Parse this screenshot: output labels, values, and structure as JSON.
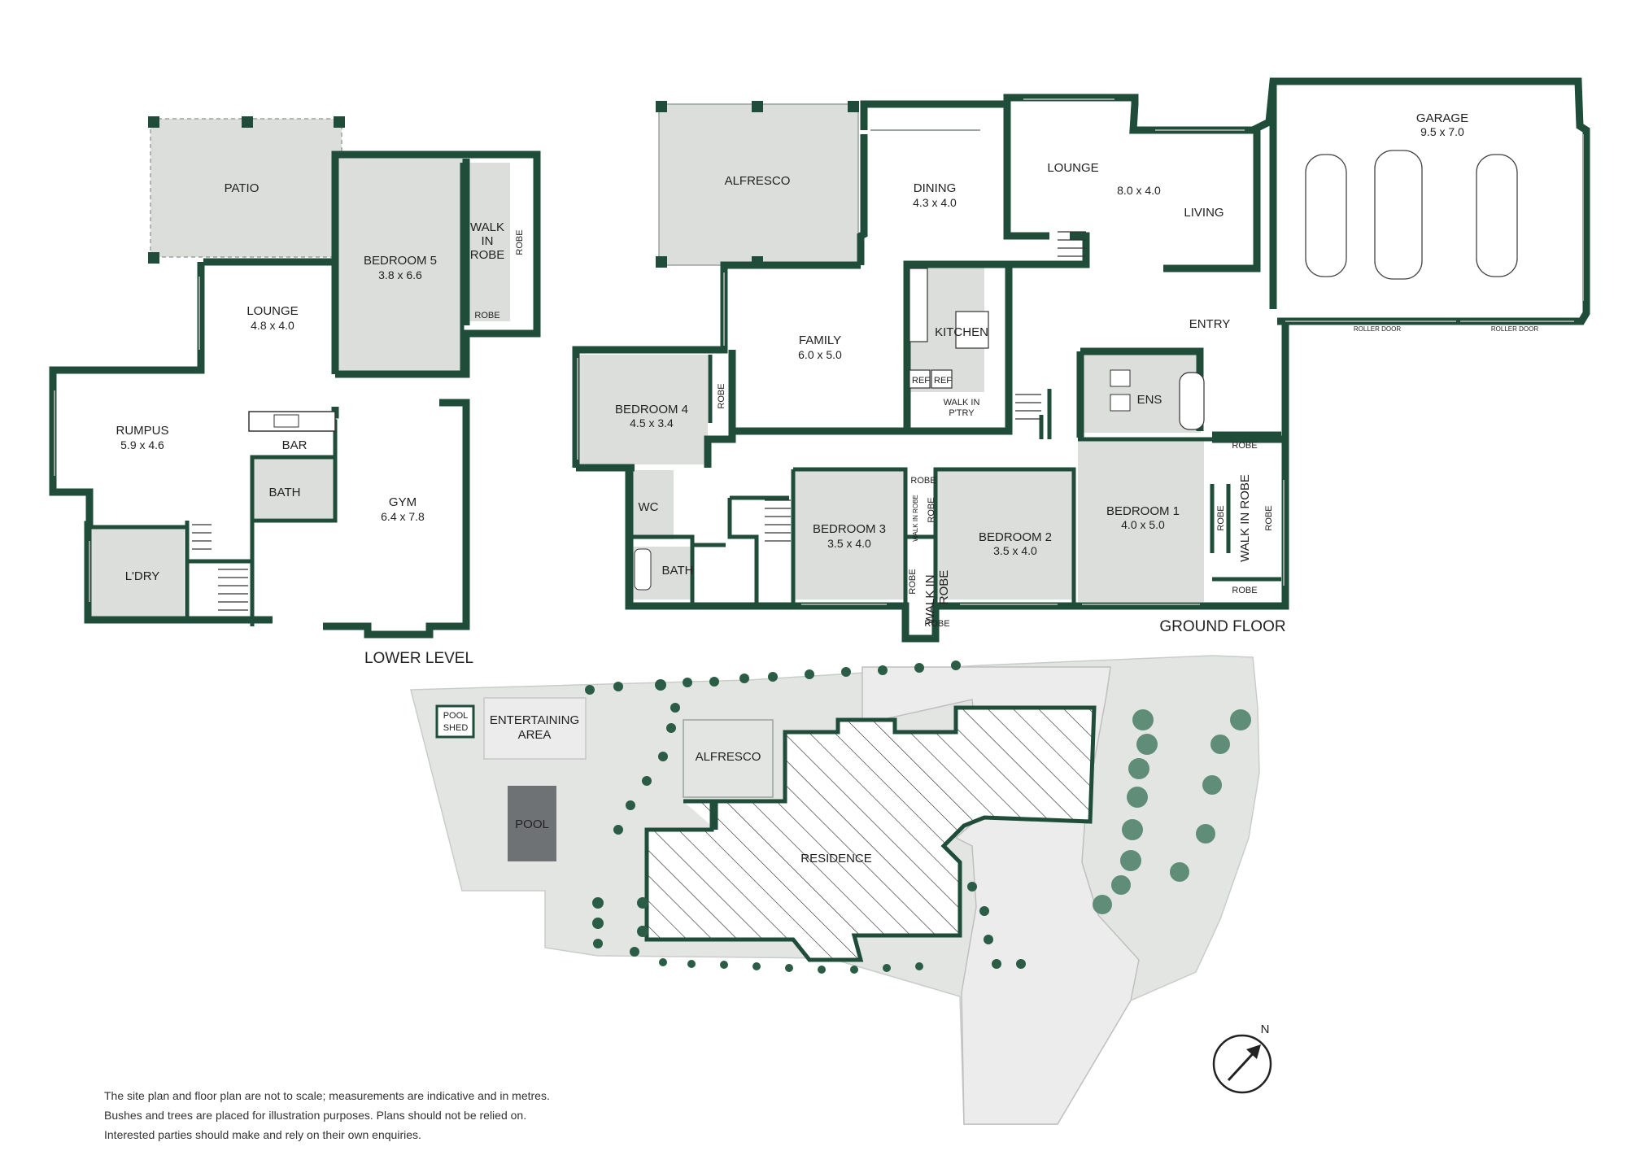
{
  "lower_level": {
    "title": "LOWER LEVEL",
    "patio": "PATIO",
    "bedroom5": {
      "name": "BEDROOM 5",
      "dim": "3.8 x 6.6"
    },
    "walk_in_robe": [
      "WALK",
      "IN",
      "ROBE"
    ],
    "robe": "ROBE",
    "lounge": {
      "name": "LOUNGE",
      "dim": "4.8 x 4.0"
    },
    "rumpus": {
      "name": "RUMPUS",
      "dim": "5.9 x 4.6"
    },
    "bar": "BAR",
    "bath": "BATH",
    "gym": {
      "name": "GYM",
      "dim": "6.4 x 7.8"
    },
    "laundry": "L'DRY"
  },
  "ground_floor": {
    "title": "GROUND FLOOR",
    "alfresco": "ALFRESCO",
    "dining": {
      "name": "DINING",
      "dim": "4.3 x 4.0"
    },
    "lounge": "LOUNGE",
    "living_dim": "8.0 x 4.0",
    "living": "LIVING",
    "garage": {
      "name": "GARAGE",
      "dim": "9.5 x 7.0"
    },
    "roller_door": "ROLLER DOOR",
    "family": {
      "name": "FAMILY",
      "dim": "6.0 x 5.0"
    },
    "kitchen": "KITCHEN",
    "ref": "REF",
    "walk_in_pantry": [
      "WALK IN",
      "P'TRY"
    ],
    "entry": "ENTRY",
    "ens": "ENS",
    "bedroom4": {
      "name": "BEDROOM 4",
      "dim": "4.5 x 3.4"
    },
    "robe": "ROBE",
    "wc": "WC",
    "bath": "BATH",
    "bedroom3": {
      "name": "BEDROOM 3",
      "dim": "3.5 x 4.0"
    },
    "bedroom2": {
      "name": "BEDROOM 2",
      "dim": "3.5 x 4.0"
    },
    "bedroom1": {
      "name": "BEDROOM 1",
      "dim": "4.0 x 5.0"
    },
    "walk_in_robe": "WALK IN ROBE",
    "walk_in_robe_small": "WALK IN ROBE",
    "walk_in_robe_split": [
      "WALK IN",
      "ROBE"
    ]
  },
  "site_plan": {
    "pool_shed": [
      "POOL",
      "SHED"
    ],
    "entertaining_area": [
      "ENTERTAINING",
      "AREA"
    ],
    "pool": "POOL",
    "alfresco": "ALFRESCO",
    "residence": "RESIDENCE",
    "north": "N"
  },
  "disclaimer": [
    "The site plan and floor plan are not to scale; measurements are indicative and in metres.",
    "Bushes and trees are placed for illustration purposes. Plans should not be relied on.",
    "Interested parties should make and rely on their own enquiries."
  ],
  "colors": {
    "wall": "#1f4d3a",
    "room_fill": "#dcdedc",
    "pool": "#6e7275",
    "tree": "#2b5d46"
  }
}
